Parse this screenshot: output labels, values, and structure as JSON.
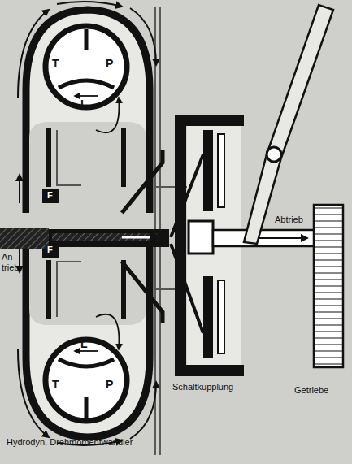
{
  "diagram": {
    "caption": "Hydrodyn. Drehmomentwandler",
    "labels": [
      "T",
      "P",
      "L",
      "F",
      "An- trieb",
      "F",
      "L",
      "T",
      "P",
      "Abtrieb",
      "Schaltkupplung",
      "Getriebe"
    ]
  }
}
